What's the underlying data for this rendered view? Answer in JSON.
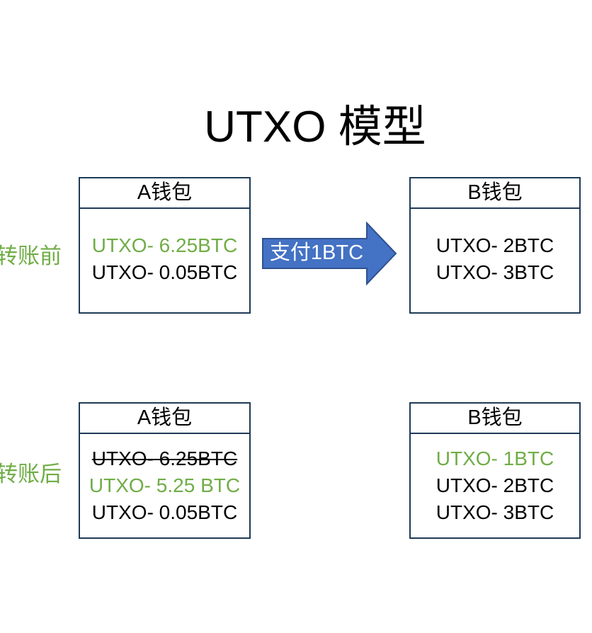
{
  "title": "UTXO 模型",
  "colors": {
    "green": "#70ad47",
    "black": "#000000",
    "border": "#1f3b57",
    "arrow": "#4472c4",
    "arrow_border": "#2f528f"
  },
  "before": {
    "label": "转账前",
    "wallet_a": {
      "header": "A钱包",
      "items": [
        {
          "text": "UTXO- 6.25BTC",
          "color": "green"
        },
        {
          "text": "UTXO- 0.05BTC",
          "color": "black"
        }
      ]
    },
    "arrow": {
      "label": "支付1BTC"
    },
    "wallet_b": {
      "header": "B钱包",
      "items": [
        {
          "text": "UTXO- 2BTC",
          "color": "black"
        },
        {
          "text": "UTXO- 3BTC",
          "color": "black"
        }
      ]
    }
  },
  "after": {
    "label": "转账后",
    "wallet_a": {
      "header": "A钱包",
      "items": [
        {
          "text": "UTXO- 6.25BTC",
          "color": "black",
          "struck": true
        },
        {
          "text": "UTXO- 5.25 BTC",
          "color": "green"
        },
        {
          "text": "UTXO- 0.05BTC",
          "color": "black"
        }
      ]
    },
    "wallet_b": {
      "header": "B钱包",
      "items": [
        {
          "text": "UTXO- 1BTC",
          "color": "green"
        },
        {
          "text": "UTXO- 2BTC",
          "color": "black"
        },
        {
          "text": "UTXO- 3BTC",
          "color": "black"
        }
      ]
    }
  }
}
